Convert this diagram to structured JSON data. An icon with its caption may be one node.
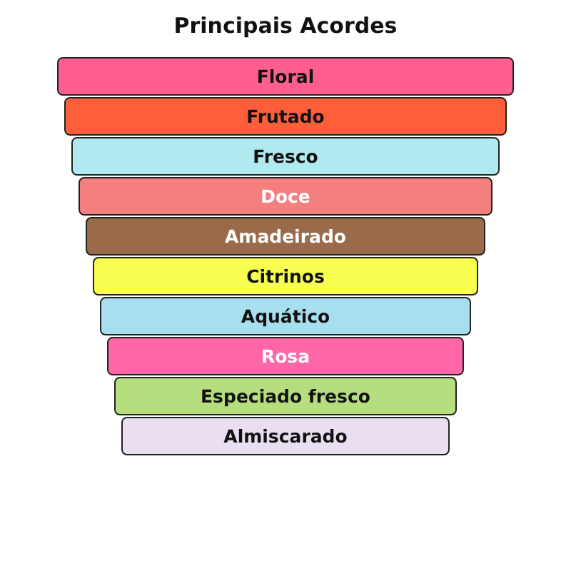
{
  "diagram": {
    "title": "Principais Acordes",
    "nodes": [
      {
        "text": [
          "Floral"
        ]
      },
      {
        "text": [
          "Frutado"
        ]
      },
      {
        "text": [
          "Fresco"
        ]
      },
      {
        "text": [
          "Doce"
        ]
      },
      {
        "text": [
          "Amadeirado"
        ]
      },
      {
        "text": [
          "Citrinos"
        ]
      },
      {
        "text": [
          "Aquático"
        ]
      },
      {
        "text": [
          "Rosa"
        ]
      },
      {
        "text": [
          "Especiado fresco"
        ]
      },
      {
        "text": [
          "Almiscarado"
        ]
      }
    ]
  }
}
